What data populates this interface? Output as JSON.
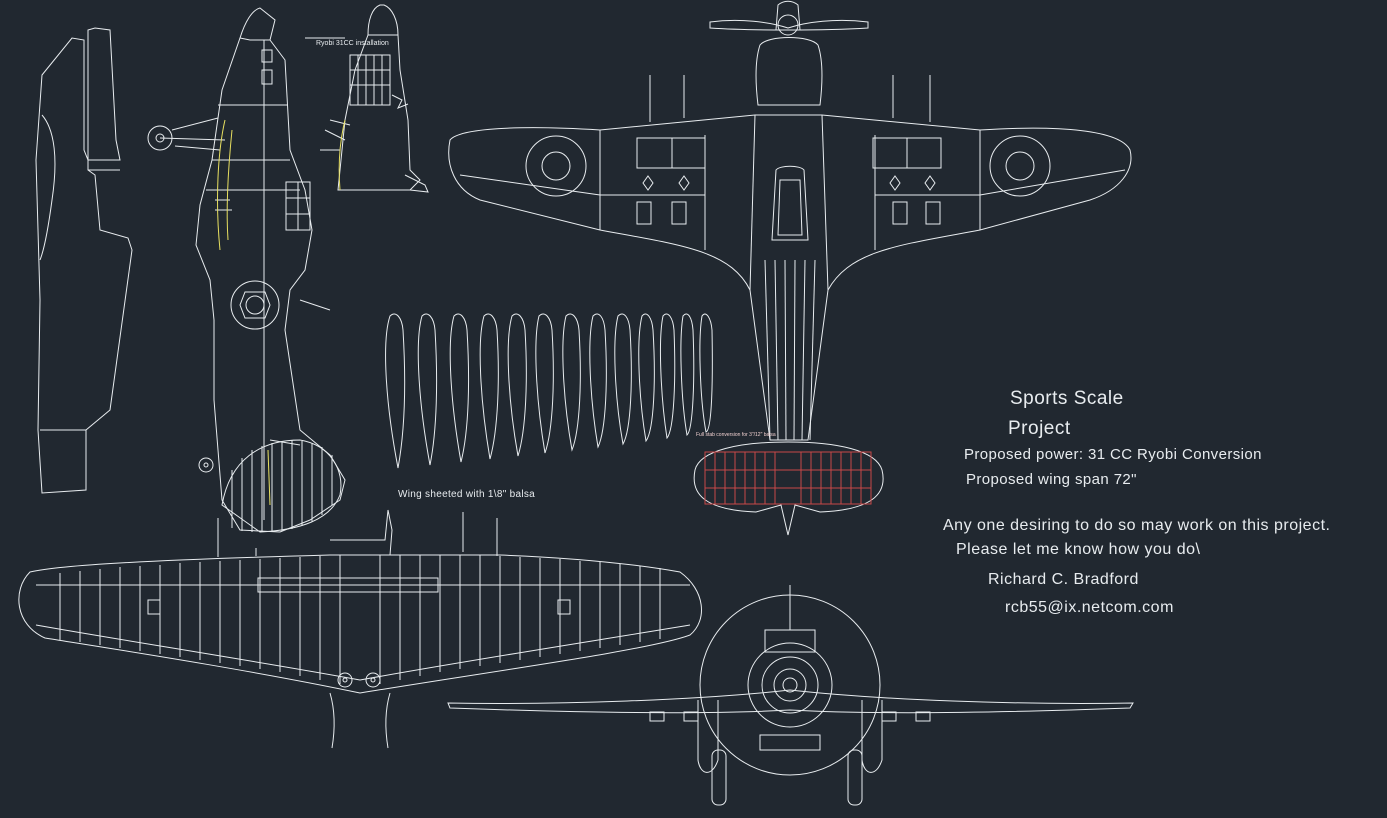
{
  "drawing": {
    "background": "#212830",
    "line_color": "#e8ecef",
    "highlight_color": "#e8e060",
    "rib_color": "#c84848"
  },
  "notes": {
    "title_line1": "Sports Scale",
    "title_line2": "Project",
    "power": "Proposed power:  31 CC Ryobi Conversion",
    "span": "Proposed wing span 72\"",
    "invite_line1": "Any one desiring to do so may work on this project.",
    "invite_line2": "Please let me know how you do\\",
    "author": "Richard C. Bradford",
    "email": "rcb55@ix.netcom.com"
  },
  "annotations": {
    "engine_label": "Ryobi 31CC installation",
    "wing_sheeting": "Wing sheeted with 1\\8\" balsa",
    "stab_label": "Full stab conversion for 3\"/12\" balsa"
  }
}
